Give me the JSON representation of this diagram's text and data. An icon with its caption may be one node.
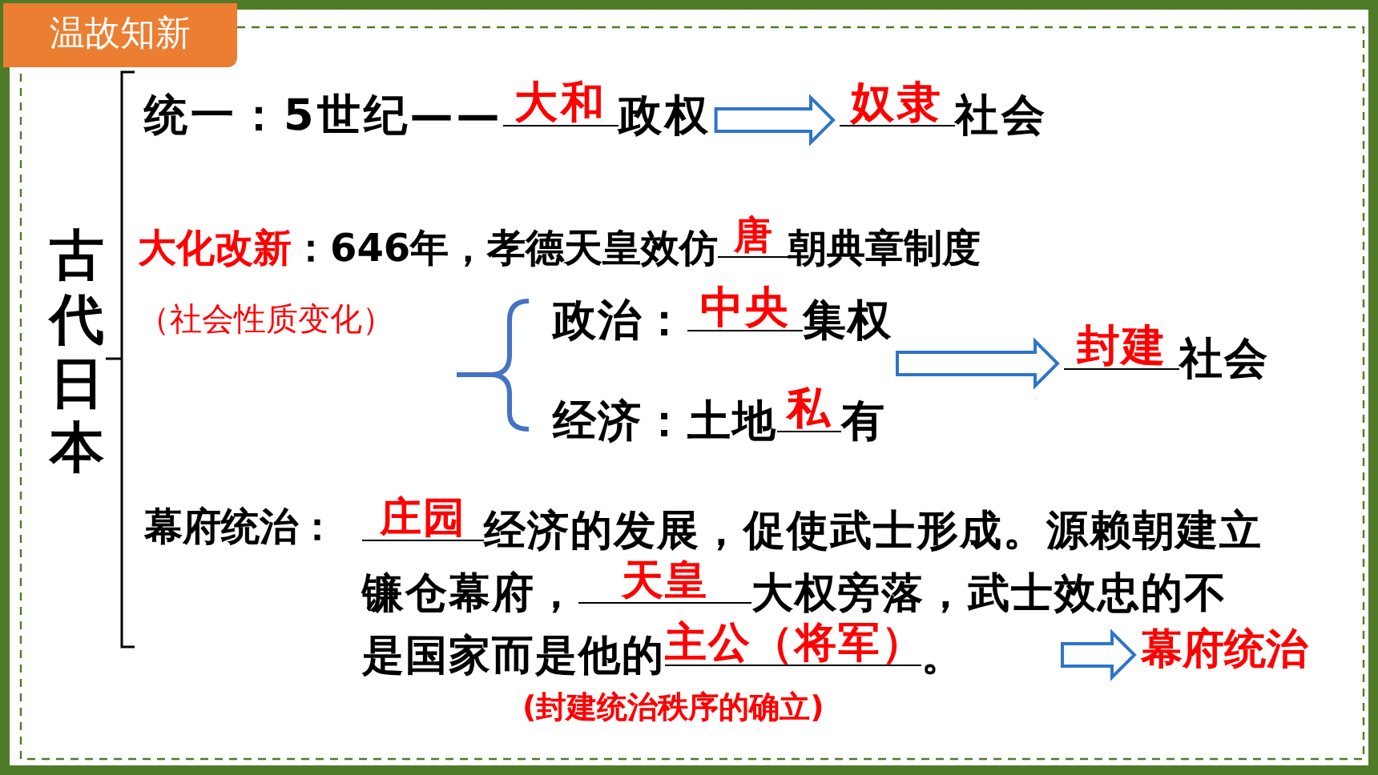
{
  "diagram": {
    "nodes": [
      {
        "text": [
          "温故知新"
        ]
      },
      {
        "text": [
          "古代日本"
        ]
      },
      {
        "text": [
          "统一：5世纪——",
          "大和",
          "政权"
        ]
      },
      {
        "text": [
          "奴隶",
          "社会"
        ]
      },
      {
        "text": [
          "政治：",
          "中央",
          "集权"
        ]
      },
      {
        "text": [
          "经济：土地",
          "私",
          "有"
        ]
      },
      {
        "text": [
          "封建",
          "社会"
        ]
      },
      {
        "text": [
          "幕府统治：",
          "庄园",
          "经济的发展，促使武士形成。源赖朝建立镰仓幕府，",
          "天皇",
          "大权旁落，武士效忠的不是国家而是他的",
          "主公（将军）",
          "。"
        ]
      },
      {
        "text": [
          "幕府统治"
        ]
      }
    ],
    "edges": [
      {
        "from": 2,
        "to": 3,
        "arrow": "to"
      },
      {
        "from": 4,
        "to": 6,
        "arrow": "to"
      },
      {
        "from": 5,
        "to": 6,
        "arrow": "to"
      },
      {
        "from": 7,
        "to": 8,
        "arrow": "to"
      }
    ],
    "labels": [
      "大化改新",
      "：646年，孝德天皇效仿",
      "唐",
      "朝典章制度",
      "（社会性质变化）",
      "(封建统治秩序的确立)"
    ]
  }
}
